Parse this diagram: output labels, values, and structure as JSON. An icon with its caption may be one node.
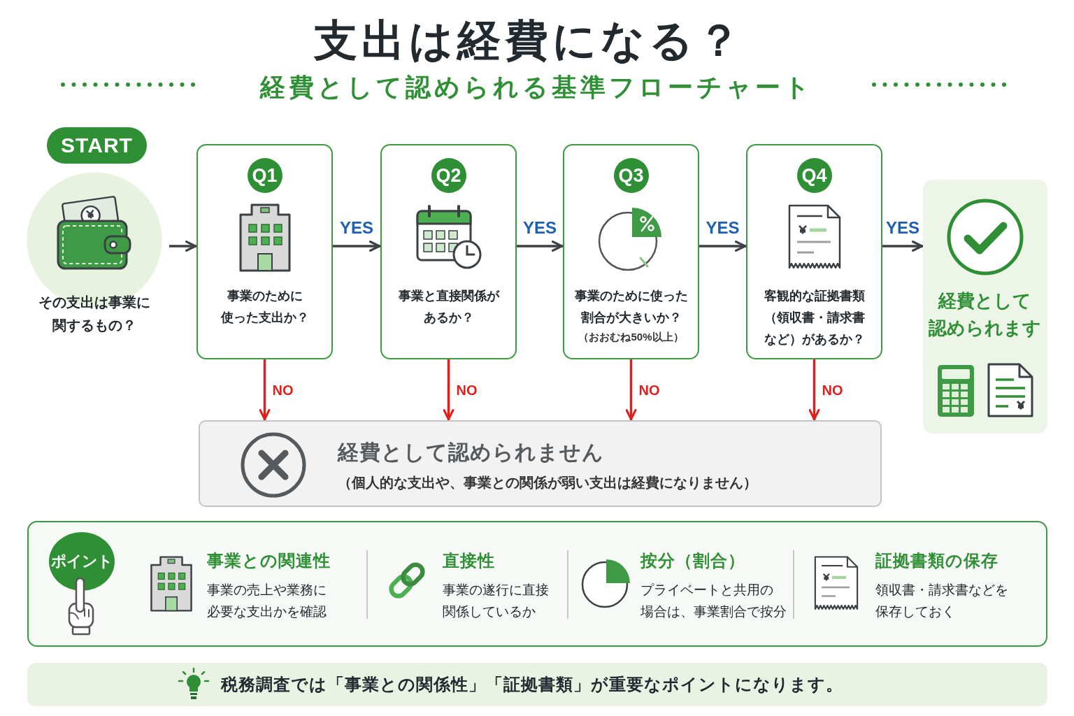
{
  "diagram": {
    "title": "支出は経費になる？",
    "nodes": [
      {
        "text": [
          "START"
        ]
      },
      {
        "text": [
          "その支出は事業に関するもの？"
        ]
      },
      {
        "text": [
          "Q1",
          "事業のために使った支出か？"
        ]
      },
      {
        "text": [
          "Q2",
          "事業と直接関係があるか？"
        ]
      },
      {
        "text": [
          "Q3",
          "事業のために使った割合が大きいか？",
          "（おおむね50%以上）"
        ]
      },
      {
        "text": [
          "Q4",
          "客観的な証拠書類（領収書・請求書など）があるか？"
        ]
      },
      {
        "text": [
          "経費として認められます"
        ]
      },
      {
        "text": [
          "経費として認められません",
          "（個人的な支出や、事業との関係が弱い支出は経費になりません）"
        ]
      },
      {
        "text": [
          "ポイント",
          "事業との関連性",
          "事業の売上や業務に必要な支出かを確認",
          "直接性",
          "事業の遂行に直接関係しているか",
          "按分（割合）",
          "プライベートと共用の場合は、事業割合で按分",
          "証拠書類の保存",
          "領収書・請求書などを保存しておく"
        ]
      },
      {
        "text": [
          "税務調査では「事業との関係性」「証拠書類」が重要なポイントになります。"
        ]
      }
    ],
    "edges": [
      {
        "from": 1,
        "to": 2,
        "arrow": "to"
      },
      {
        "from": 2,
        "to": 3,
        "arrow": "to",
        "label": "YES"
      },
      {
        "from": 3,
        "to": 4,
        "arrow": "to",
        "label": "YES"
      },
      {
        "from": 4,
        "to": 5,
        "arrow": "to",
        "label": "YES"
      },
      {
        "from": 5,
        "to": 6,
        "arrow": "to",
        "label": "YES"
      },
      {
        "from": 2,
        "to": 7,
        "arrow": "to",
        "label": "NO",
        "color": "#e0201c"
      },
      {
        "from": 3,
        "to": 7,
        "arrow": "to",
        "label": "NO",
        "color": "#e0201c"
      },
      {
        "from": 4,
        "to": 7,
        "arrow": "to",
        "label": "NO",
        "color": "#e0201c"
      },
      {
        "from": 5,
        "to": 7,
        "arrow": "to",
        "label": "NO",
        "color": "#e0201c"
      }
    ],
    "labels": [
      "経費として認められる基準フローチャート"
    ]
  }
}
